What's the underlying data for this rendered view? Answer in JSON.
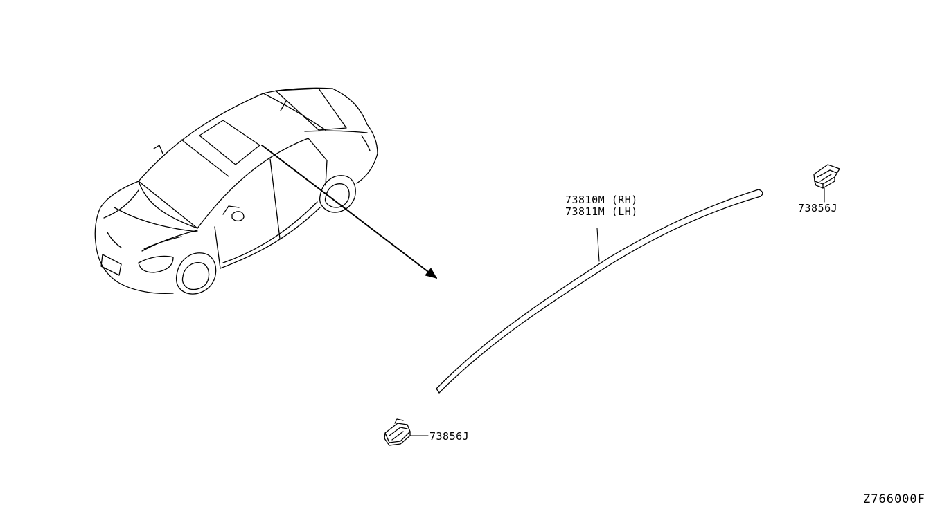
{
  "diagram": {
    "callouts": {
      "molding_rh": "73810M (RH)",
      "molding_lh": "73811M (LH)",
      "clip_rear": "73856J",
      "clip_front": "73856J"
    },
    "figure_code": "Z766000F",
    "colors": {
      "line": "#000000",
      "background": "#ffffff"
    }
  }
}
